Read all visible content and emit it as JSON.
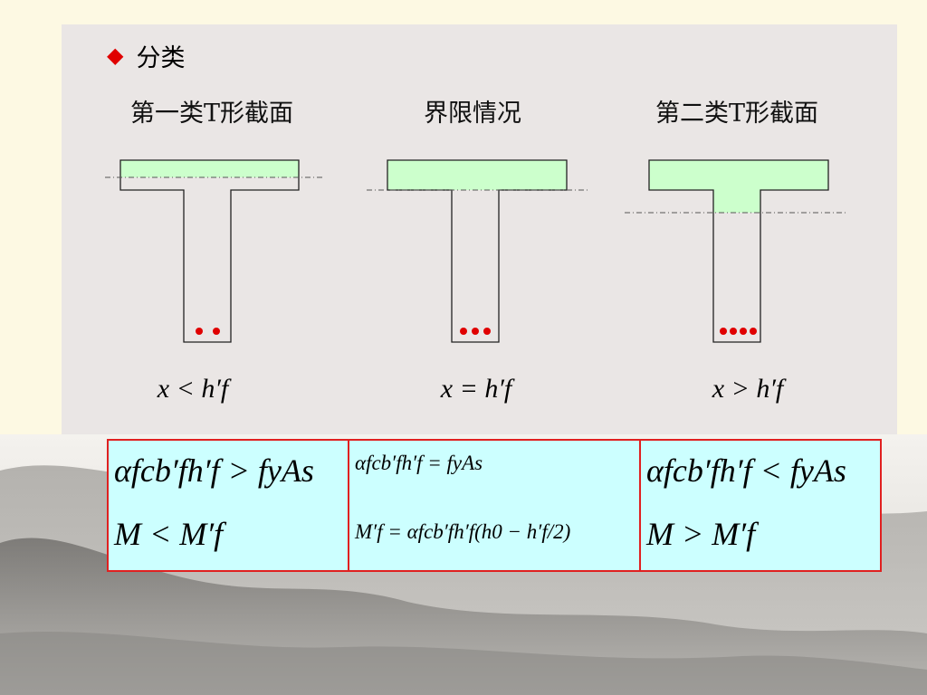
{
  "section": {
    "bullet_icon": "diamond-bullet-icon",
    "title": "分类"
  },
  "cases": [
    {
      "label": "第一类T形截面",
      "condition": "x < h′f",
      "bar_count": 2,
      "neutral_axis": "in-flange"
    },
    {
      "label": "界限情况",
      "condition": "x = h′f",
      "bar_count": 3,
      "neutral_axis": "flange-bottom"
    },
    {
      "label": "第二类T形截面",
      "condition": "x > h′f",
      "bar_count": 4,
      "neutral_axis": "in-web"
    }
  ],
  "formulas": {
    "case1": {
      "line1": "αfcb′fh′f > fyAs",
      "line2": "M < M′f"
    },
    "case2": {
      "line1": "αfcb′fh′f = fyAs",
      "line2": "M′f = αfcb′fh′f(h0 − h′f/2)"
    },
    "case3": {
      "line1": "αfcb′fh′f < fyAs",
      "line2": "M > M′f"
    }
  },
  "colors": {
    "compression_zone": "#ccffcc",
    "rebar": "#e00000",
    "formula_bg": "#ccffff",
    "formula_border": "#e02020",
    "bullet": "#e00000"
  }
}
